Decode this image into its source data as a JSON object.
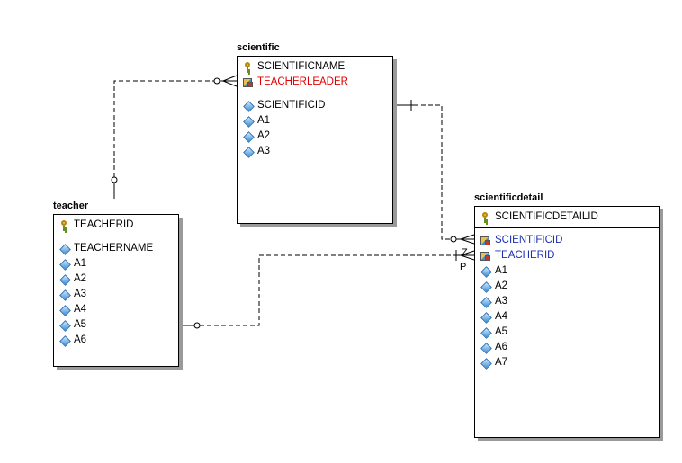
{
  "entities": {
    "scientific": {
      "title": "scientific",
      "pk": [
        {
          "label": "SCIENTIFICNAME",
          "icon": "key-icon"
        },
        {
          "label": "TEACHERLEADER",
          "icon": "foreign-key-icon",
          "color": "#e00000"
        }
      ],
      "attrs": [
        "SCIENTIFICID",
        "A1",
        "A2",
        "A3"
      ]
    },
    "teacher": {
      "title": "teacher",
      "pk": [
        {
          "label": "TEACHERID",
          "icon": "key-icon"
        }
      ],
      "attrs": [
        "TEACHERNAME",
        "A1",
        "A2",
        "A3",
        "A4",
        "A5",
        "A6"
      ]
    },
    "scientificdetail": {
      "title": "scientificdetail",
      "pk": [
        {
          "label": "SCIENTIFICDETAILID",
          "icon": "key-icon"
        }
      ],
      "fks": [
        {
          "label": "SCIENTIFICID",
          "icon": "foreign-key-icon",
          "color": "#1a2fb0"
        },
        {
          "label": "TEACHERID",
          "icon": "foreign-key-icon",
          "color": "#1a2fb0"
        }
      ],
      "attrs": [
        "A1",
        "A2",
        "A3",
        "A4",
        "A5",
        "A6",
        "A7"
      ]
    }
  },
  "relationship_markers": {
    "z": "Z",
    "p": "P"
  }
}
